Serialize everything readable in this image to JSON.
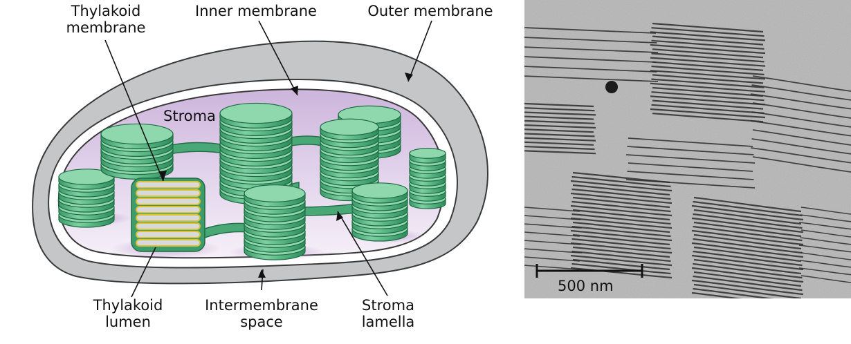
{
  "labels": {
    "thylakoid_membrane": [
      "Thylakoid",
      "membrane"
    ],
    "inner_membrane": "Inner membrane",
    "outer_membrane": "Outer membrane",
    "stroma": "Stroma",
    "thylakoid_lumen": [
      "Thylakoid",
      "lumen"
    ],
    "intermembrane_space": [
      "Intermembrane",
      "space"
    ],
    "stroma_lamella": [
      "Stroma",
      "lamella"
    ]
  },
  "micrograph": {
    "scale_bar_label": "500 nm"
  },
  "colors": {
    "outer_membrane": "#c4c6c7",
    "intermembrane": "#ffffff",
    "stroma": "#dccde6",
    "granum": "#5ab785",
    "granum_dark": "#2f8c5d",
    "lumen_outline": "#d8c23a",
    "micrograph_bg": "#c9c9c9"
  }
}
